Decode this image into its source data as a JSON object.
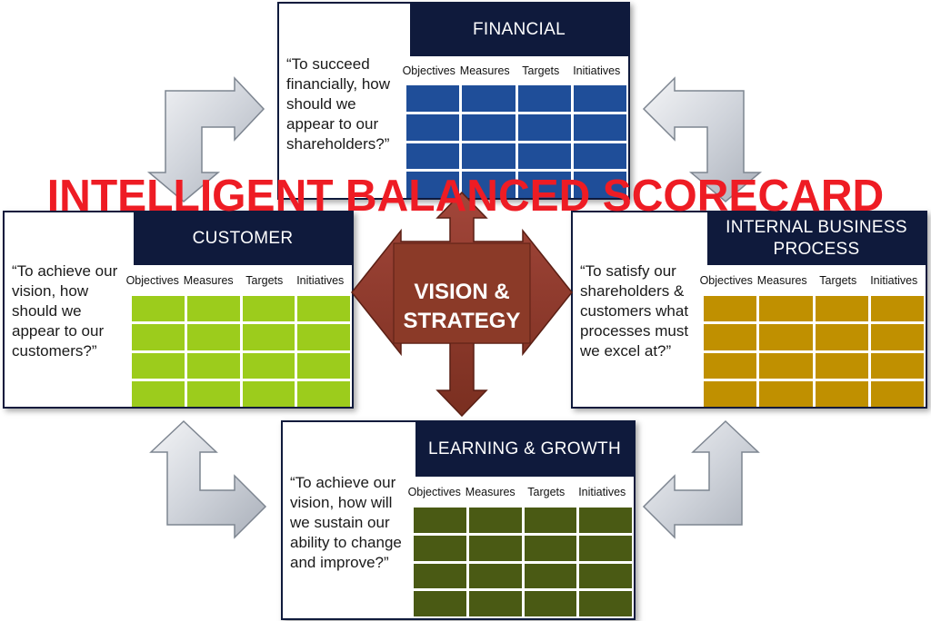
{
  "headline": "INTELLIGENT BALANCED SCORECARD",
  "center": {
    "line1": "VISION &",
    "line2": "STRATEGY",
    "color": "#8b3a28"
  },
  "columns": [
    "Objectives",
    "Measures",
    "Targets",
    "Initiatives"
  ],
  "panels": {
    "financial": {
      "title": "FINANCIAL",
      "question": "“To succeed\nfinancially, how\nshould we\nappear to our\nshareholders?”",
      "color": "#1f4e99"
    },
    "customer": {
      "title": "CUSTOMER",
      "question": "“To achieve our\nvision, how\nshould we\nappear to our\ncustomers?”",
      "color": "#9ccc1c"
    },
    "internal": {
      "title": "INTERNAL BUSINESS\nPROCESS",
      "question": "“To satisfy our\nshareholders &\ncustomers what\nprocesses must\nwe excel at?”",
      "color": "#c09000"
    },
    "learning": {
      "title": "LEARNING & GROWTH",
      "question": "“To achieve our\nvision, how will\nwe sustain our\nability to change\nand improve?”",
      "color": "#4a5a14"
    }
  }
}
